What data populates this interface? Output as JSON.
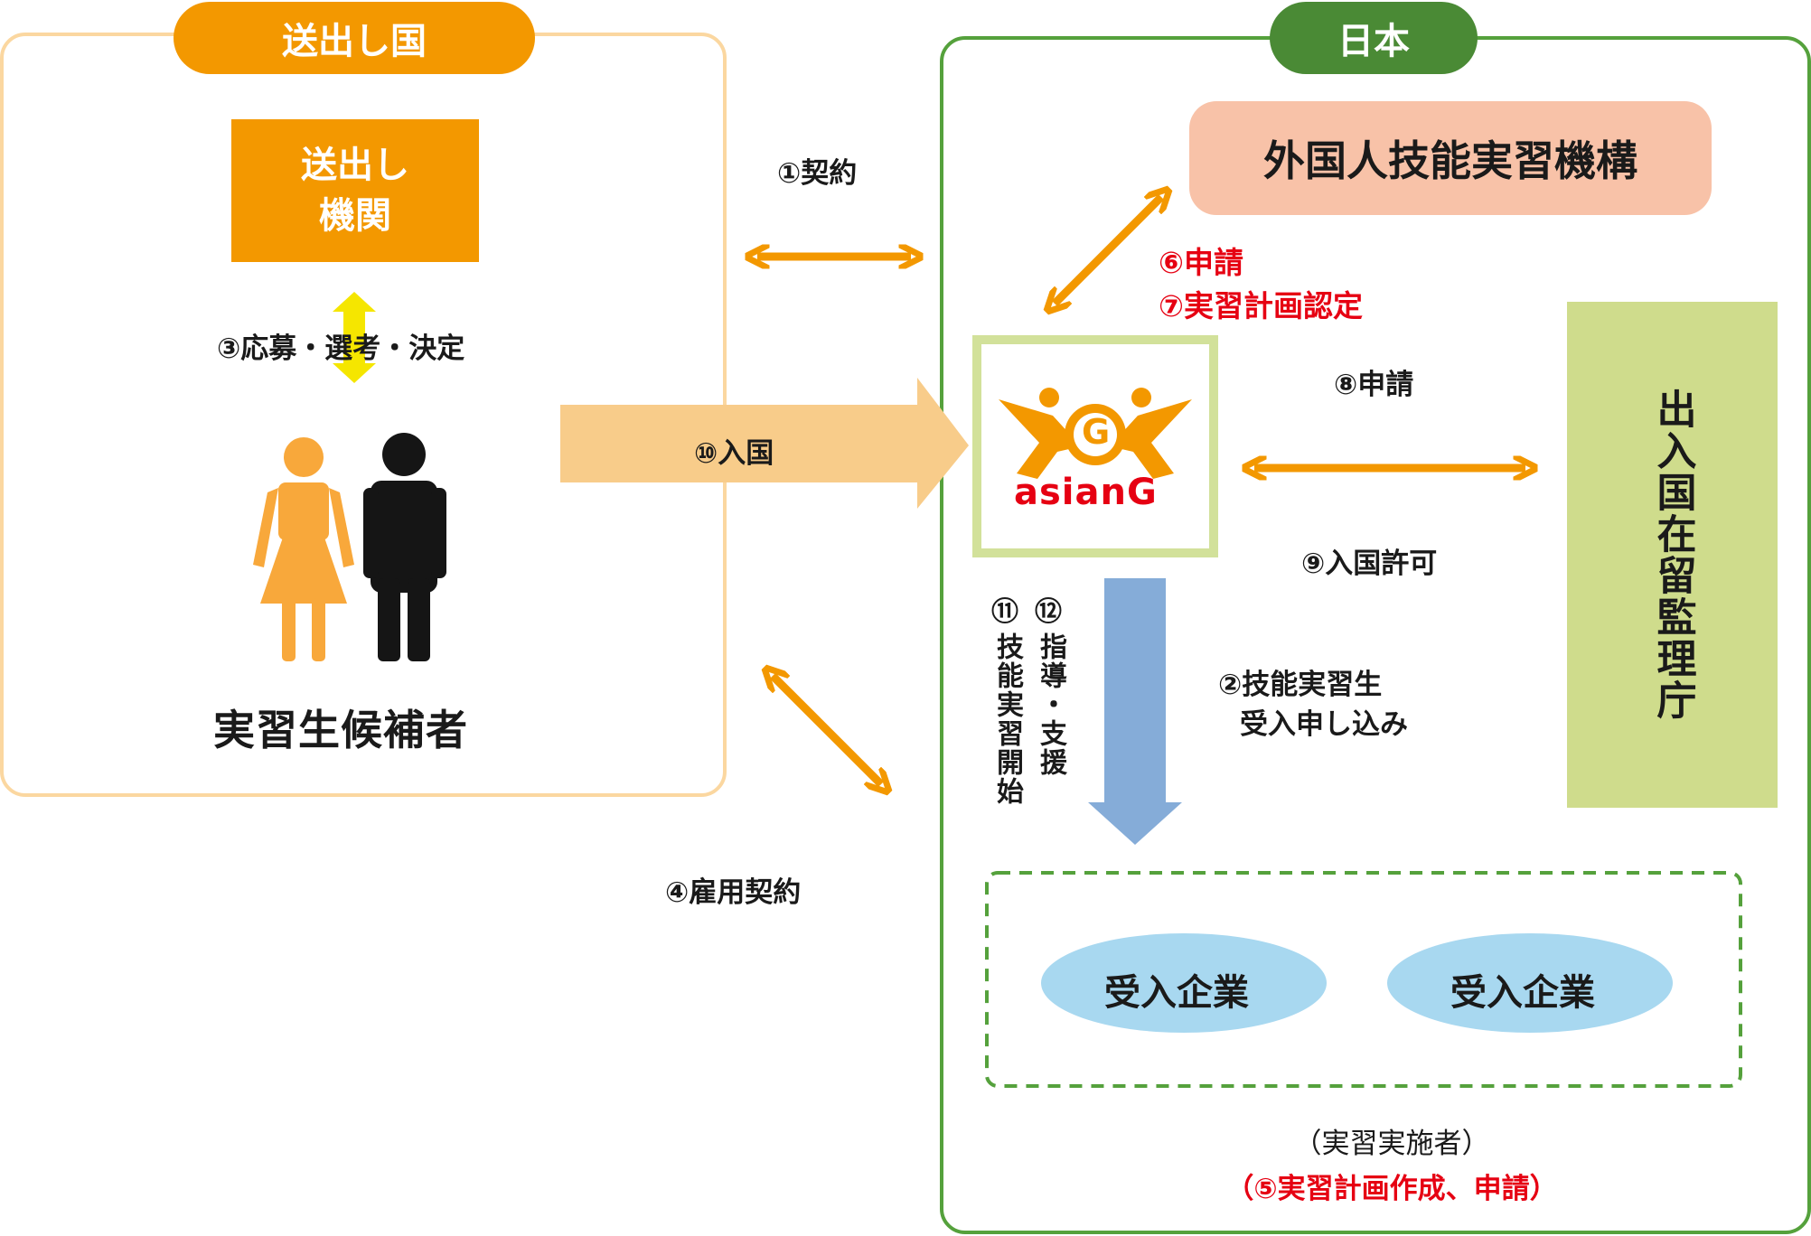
{
  "sending_country": {
    "label": "送出し国",
    "org": [
      "送出し",
      "機関"
    ],
    "candidates": "実習生候補者"
  },
  "japan": {
    "label": "日本",
    "otit": "外国人技能実習機構",
    "immigration": "出入国在留監理庁",
    "logo_text": "asianG",
    "logo_letter": "G",
    "employer_1": "受入企業",
    "employer_2": "受入企業",
    "implementer": "（実習実施者）",
    "implementer_step": "（⑤実習計画作成、申請）"
  },
  "steps": {
    "s1": "①契約",
    "s2a": "②技能実習生",
    "s2b": "受入申し込み",
    "s3": "③応募・選考・決定",
    "s4": "④雇用契約",
    "s6": "⑥申請",
    "s7": "⑦実習計画認定",
    "s8": "⑧申請",
    "s9": "⑨入国許可",
    "s10": "⑩入国",
    "s11_num": "⑪",
    "s11": "技能実習開始",
    "s12_num": "⑫",
    "s12": "指導・支援"
  },
  "colors": {
    "orange": "#f39800",
    "light_orange": "#f8cc8a",
    "green": "#4a8a35",
    "olive": "#cfdc8c",
    "salmon": "#f8c2a8",
    "blue": "#85acd8",
    "light_blue": "#a8d8f0",
    "red": "#e60012"
  }
}
